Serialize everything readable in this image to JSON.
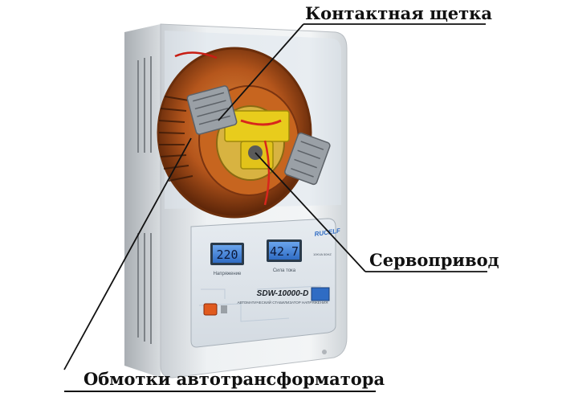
{
  "callouts": {
    "brush": "Контактная щетка",
    "servo": "Сервопривод",
    "windings": "Обмотки автотрансформатора"
  },
  "device": {
    "brand": "RUCELF",
    "model": "SDW-10000-D",
    "subtitle": "АВТОМАТИЧЕСКИЙ СТАБИЛИЗАТОР НАПРЯЖЕНИЯ",
    "display_left_value": "220",
    "display_left_caption": "Напряжение",
    "display_right_value": "42.7",
    "display_right_caption": "Сила тока",
    "small_label": "10KVA 50HZ"
  },
  "colors": {
    "background": "#ffffff",
    "case": "#e9ecef",
    "lcd": "#4a86d8",
    "copper": "#b5561c",
    "bracket": "#e8cc1c",
    "button": "#e05a1e"
  }
}
